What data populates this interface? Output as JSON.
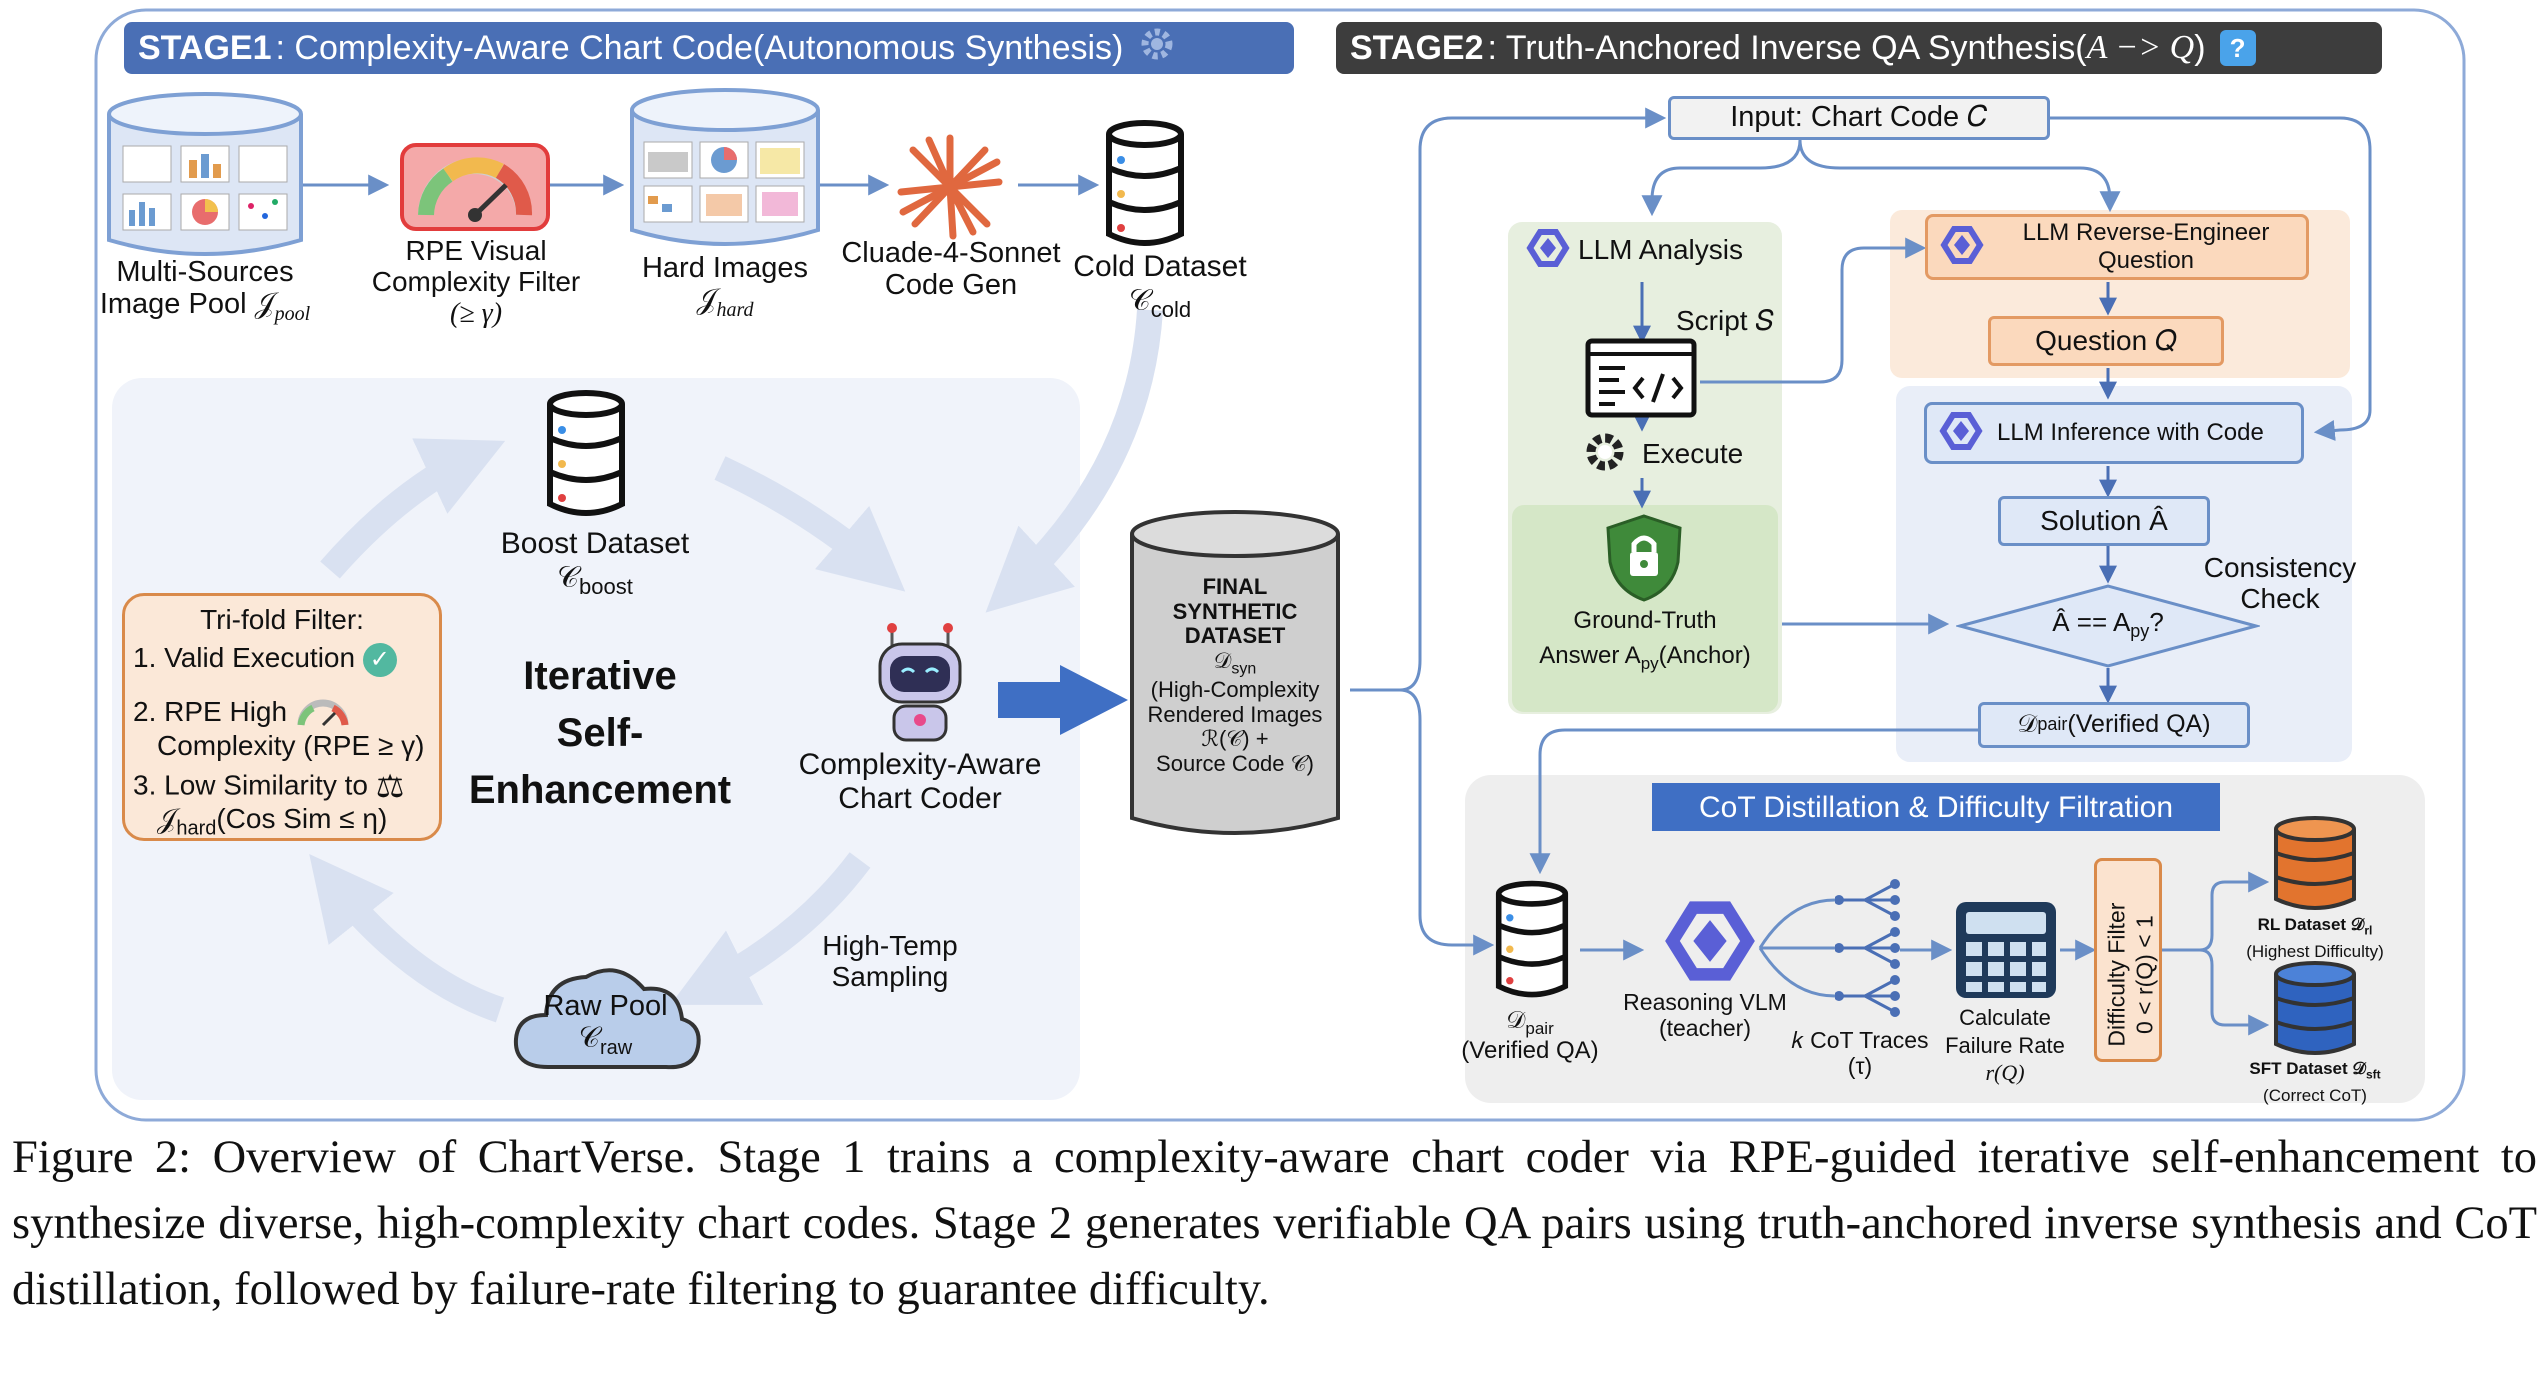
{
  "stage1": {
    "title_bold": "STAGE1",
    "title_rest": ": Complexity-Aware Chart Code(Autonomous Synthesis)",
    "bar_color": "#4a6fb5"
  },
  "stage2": {
    "title_bold": "STAGE2",
    "title_rest": ": Truth-Anchored Inverse QA Synthesis(",
    "title_math": "A −> Q",
    "title_close": ")",
    "bar_color": "#3d3d3d",
    "help_glyph": "?"
  },
  "pipeline": {
    "image_pool": {
      "line1": "Multi-Sources",
      "line2": "Image Pool 𝒥",
      "sub": "pool"
    },
    "rpe_filter": {
      "line1": "RPE Visual",
      "line2": "Complexity Filter",
      "line3": "(≥ γ)"
    },
    "hard_images": {
      "line1": "Hard Images",
      "line2": "𝒥",
      "sub": "hard"
    },
    "codegen": {
      "line1": "Cluade-4-Sonnet",
      "line2": "Code Gen"
    },
    "cold_dataset": {
      "line1": "Cold Dataset",
      "line2": "𝒞",
      "sub": "cold"
    }
  },
  "loop": {
    "boost_dataset": {
      "line1": "Boost Dataset",
      "line2": "𝒞",
      "sub": "boost"
    },
    "title": [
      "Iterative",
      "Self-",
      "Enhancement"
    ],
    "filter": {
      "title": "Tri-fold Filter:",
      "item1": "1. Valid Execution",
      "item2a": "2. RPE High",
      "item2b": "Complexity (RPE ≥ γ)",
      "item3a": "3. Low Similarity to",
      "item3b": "𝒥",
      "item3sub": "hard",
      "item3c": "(Cos Sim ≤ η)"
    },
    "coder": {
      "line1": "Complexity-Aware",
      "line2": "Chart Coder"
    },
    "sampling": {
      "line1": "High-Temp",
      "line2": "Sampling"
    },
    "raw_pool": {
      "line1": "Raw Pool",
      "line2": "𝒞",
      "sub": "raw"
    }
  },
  "final_dataset": {
    "line1": "FINAL",
    "line2": "SYNTHETIC",
    "line3": "DATASET",
    "line4": "𝒟",
    "line4sub": "syn",
    "line5": "(High-Complexity",
    "line6": "Rendered Images",
    "line7": "ℛ(𝒞) +",
    "line8": "Source Code 𝒞)"
  },
  "stage2_flow": {
    "input": "Input: Chart Code 𝐶",
    "llm_analysis": "LLM Analysis",
    "script": "Script 𝑆",
    "execute": "Execute",
    "ground_truth": {
      "line1": "Ground-Truth",
      "line2": "Answer A",
      "sub": "py",
      "line2end": "(Anchor)"
    },
    "reverse_engineer": {
      "line1": "LLM Reverse-Engineer",
      "line2": "Question"
    },
    "question": "Question 𝑄",
    "inference": "LLM Inference with Code",
    "solution": "Solution Â",
    "consistency": {
      "line1": "Consistency",
      "line2": "Check"
    },
    "check_expr": {
      "pre": "Â == A",
      "sub": "py",
      "post": "?"
    },
    "pair": {
      "pre": "𝒟",
      "sub": "pair",
      "post": " (Verified QA)"
    }
  },
  "cot": {
    "title": "CoT Distillation & Difficulty Filtration",
    "pair": {
      "pre": "𝒟",
      "sub": "pair",
      "line2": "(Verified QA)"
    },
    "vlm": {
      "line1": "Reasoning VLM",
      "line2": "(teacher)"
    },
    "traces": {
      "line1": "𝑘 CoT Traces",
      "line2": "(τ)"
    },
    "calc": {
      "line1": "Calculate",
      "line2": "Failure Rate",
      "line3": "r(Q)"
    },
    "difficulty": {
      "line1": "Difficulty Filter",
      "line2": "0 < r(Q) < 1"
    },
    "rl": {
      "line1": "RL Dataset 𝒟",
      "sub": "rl",
      "line2": "(Highest Difficulty)"
    },
    "sft": {
      "line1": "SFT Dataset 𝒟",
      "sub": "sft",
      "line2": "(Correct CoT)"
    }
  },
  "caption": "Figure 2: Overview of ChartVerse. Stage 1 trains a complexity-aware chart coder via RPE-guided iterative self-enhancement to synthesize diverse, high-complexity chart codes. Stage 2 generates verifiable QA pairs using truth-anchored inverse synthesis and CoT distillation, followed by failure-rate filtering to guarantee difficulty.",
  "colors": {
    "arrow": "#6a8fc7",
    "loop_arrow": "#dbe3f2",
    "green_panel": "#e6f0dc",
    "orange_panel": "#fbe9d9",
    "blue_panel": "#e8eef8",
    "cot_panel": "#eeeeee",
    "orange_box": "#d87a3a",
    "teal_check": "#52b8a0"
  }
}
